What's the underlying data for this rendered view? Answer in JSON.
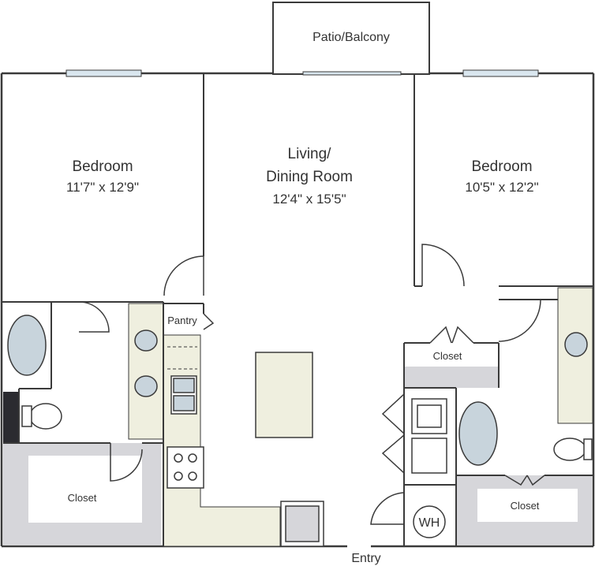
{
  "rooms": {
    "patio": {
      "name": "Patio/Balcony"
    },
    "bedroom_left": {
      "name": "Bedroom",
      "dims": "11'7\" x 12'9\""
    },
    "living": {
      "name_line1": "Living/",
      "name_line2": "Dining Room",
      "dims": "12'4\" x 15'5\""
    },
    "bedroom_right": {
      "name": "Bedroom",
      "dims": "10'5\" x 12'2\""
    },
    "pantry": {
      "name": "Pantry"
    },
    "closet_center": {
      "name": "Closet"
    },
    "closet_left": {
      "name": "Closet"
    },
    "closet_right": {
      "name": "Closet"
    },
    "water_heater": {
      "name": "WH"
    },
    "entry": {
      "name": "Entry"
    }
  },
  "colors": {
    "wall": "#3a3a3a",
    "floor_plain": "#ffffff",
    "counter": "#efefdf",
    "closet": "#d6d6da",
    "fixture": "#c8d4dc",
    "window": "#d9e6ee",
    "dark": "#2b2b30"
  }
}
